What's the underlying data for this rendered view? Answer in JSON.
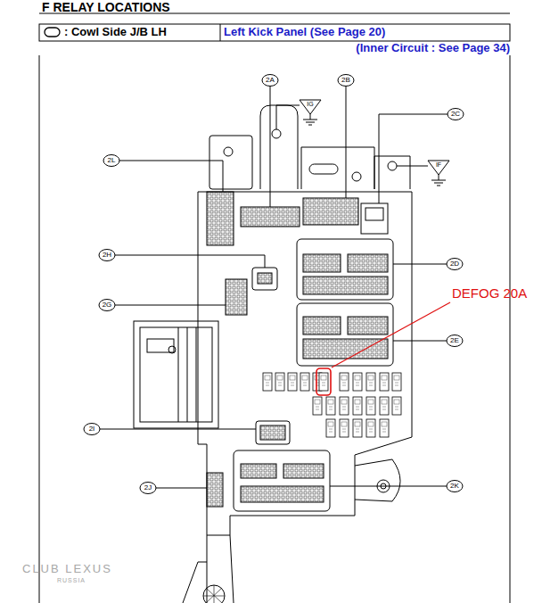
{
  "diagram": {
    "title": "F RELAY LOCATIONS",
    "labels": [
      ": Cowl Side J/B LH",
      "Left Kick Panel (See Page 20)",
      "(Inner Circuit : See Page 34)",
      "2A",
      "2B",
      "IG",
      "2C",
      "2L",
      "IF",
      "2H",
      "2D",
      "DEFOG 20A",
      "2G",
      "2E",
      "2I",
      "2J",
      "2K",
      "CLUB LEXUS",
      "RUSSIA"
    ]
  }
}
